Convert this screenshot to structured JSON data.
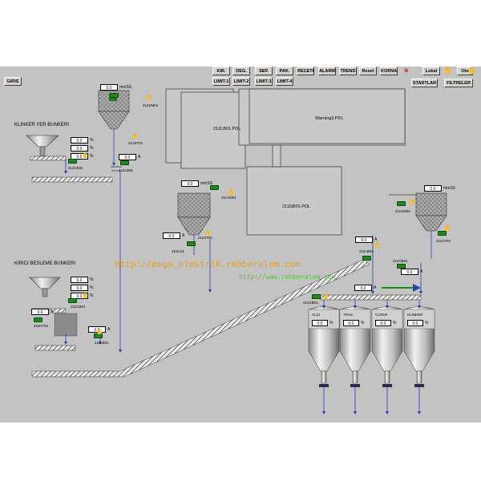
{
  "toolbar": {
    "row1": [
      "KIR.",
      "DEG.",
      "SEP.",
      "PAK.",
      "RECETE",
      "ALARM",
      "TREND",
      "Reset",
      "KORNA",
      "Lokal",
      "Oto"
    ],
    "row2": [
      "LIMIT-1",
      "LIMIT-2",
      "LIMIT-3",
      "LIMIT-4"
    ],
    "startlar": "STARTLAR",
    "filtreler": "FILTRELER",
    "giris": "GIRIS"
  },
  "sections": {
    "klinker": "KLINKER YER BUNKERI",
    "kirici": "KIRICI BESLEME BUNKERI"
  },
  "equipment": {
    "warning": "Warning3.PDL",
    "pdl_212": "212LB01.PDL",
    "pdl_211": "211GB01.PDL",
    "t212vm01": "212VM01",
    "t212st01": "212ST01",
    "t212lb01": "212LB01",
    "t212cb01": "212CB01",
    "t211vm01": "211VM01",
    "t211st01": "211ST01",
    "t211il01": "211IL01",
    "t211vm02": "211VM02",
    "t211st02": "211ST02",
    "t211lb02": "211LB02",
    "t211gb01": "211GB01",
    "t211gb01b": "211GB01",
    "t211cb01": "211CB01",
    "t211ht01": "211HT01",
    "t211lb01": "211LB01"
  },
  "values": {
    "v0": "0.0",
    "v1": "0.0",
    "v2": "0.0",
    "v3": "0.0",
    "v4": "0.0",
    "v5": "0.0",
    "v6": "0.0",
    "v7": "0.0",
    "v8": "0.0",
    "v9": "0.0",
    "v10": "0.0",
    "v11": "0.0",
    "v12": "0.0",
    "v13": "0.0",
    "v14": "0.0",
    "v15": "0.0",
    "v16": "0.0",
    "v17": "0.0"
  },
  "units": {
    "mmss": "mmSS",
    "amp": "A",
    "pct": "%"
  },
  "silos": [
    {
      "name": "ALÇI",
      "value": "0.0",
      "unit": "%"
    },
    {
      "name": "TRAS",
      "value": "0.0",
      "unit": "%"
    },
    {
      "name": "CURUF",
      "value": "0.0",
      "unit": "%"
    },
    {
      "name": "KLINKER",
      "value": "0.0",
      "unit": "%"
    }
  ],
  "watermarks": {
    "main": "http://mega_elektrik.rehberalem.com",
    "sub": "http://www.rehberalem.com"
  }
}
